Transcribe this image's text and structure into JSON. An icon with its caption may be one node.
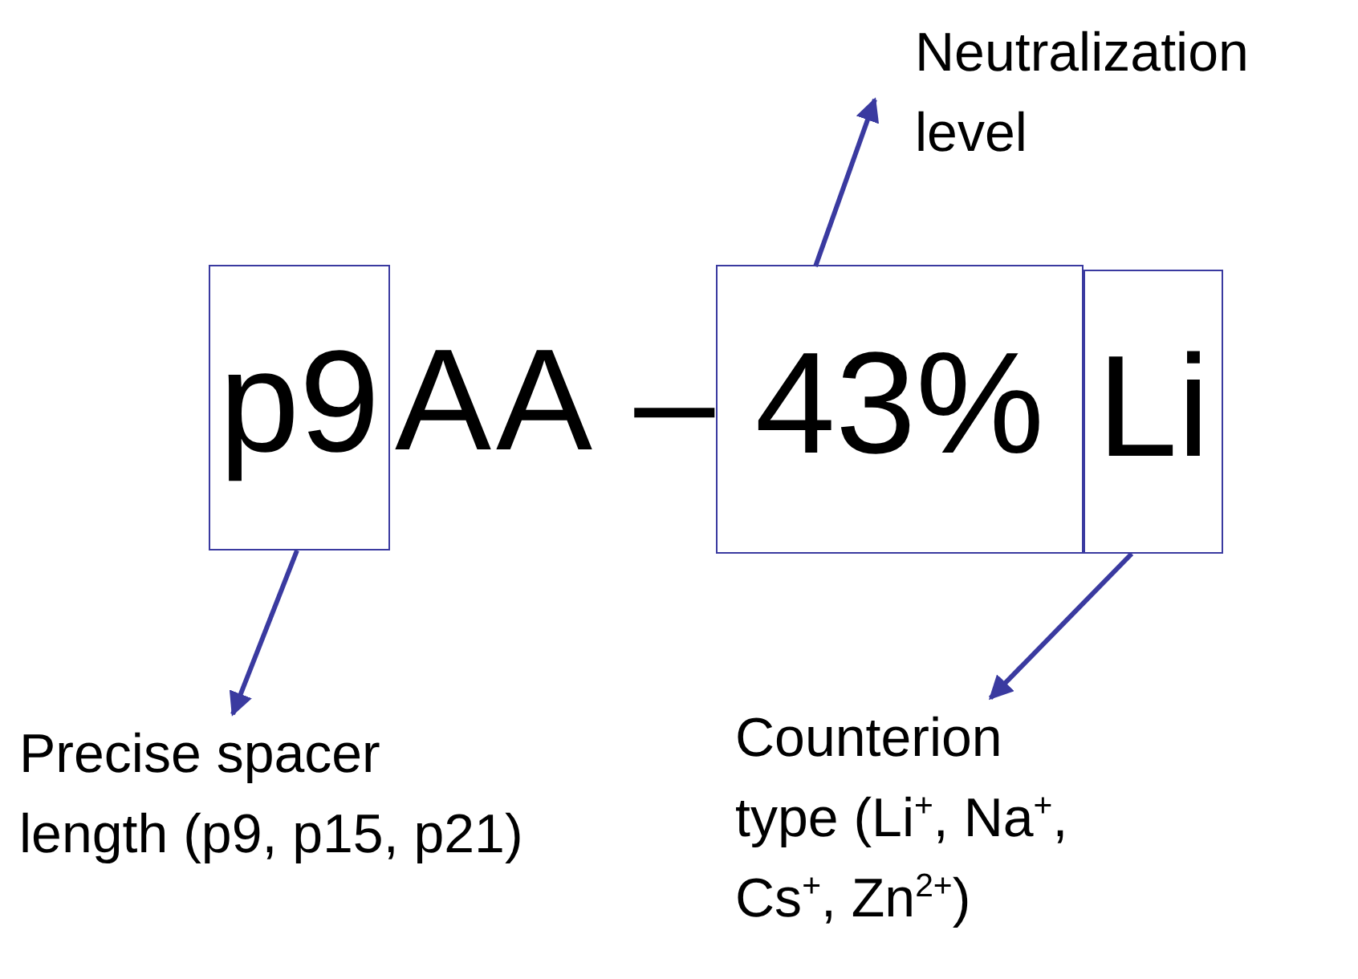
{
  "diagram": {
    "nodes": [
      {
        "text": [
          "p9"
        ]
      },
      {
        "text": [
          "43%"
        ]
      },
      {
        "text": [
          "Li"
        ]
      },
      {
        "text": [
          "Neutralization level"
        ]
      },
      {
        "text": [
          "Precise spacer length (p9, p15, p21)"
        ]
      },
      {
        "text": [
          "Counterion type (Li$^{+}$, Na$^{+}$, Cs$^{+}$, Zn$^{2+}$)"
        ]
      }
    ],
    "edges": [
      {
        "from": 1,
        "to": 3,
        "arrow": "to"
      },
      {
        "from": 0,
        "to": 4,
        "arrow": "to"
      },
      {
        "from": 2,
        "to": 5,
        "arrow": "to"
      }
    ],
    "labels": [
      "AA –"
    ]
  }
}
